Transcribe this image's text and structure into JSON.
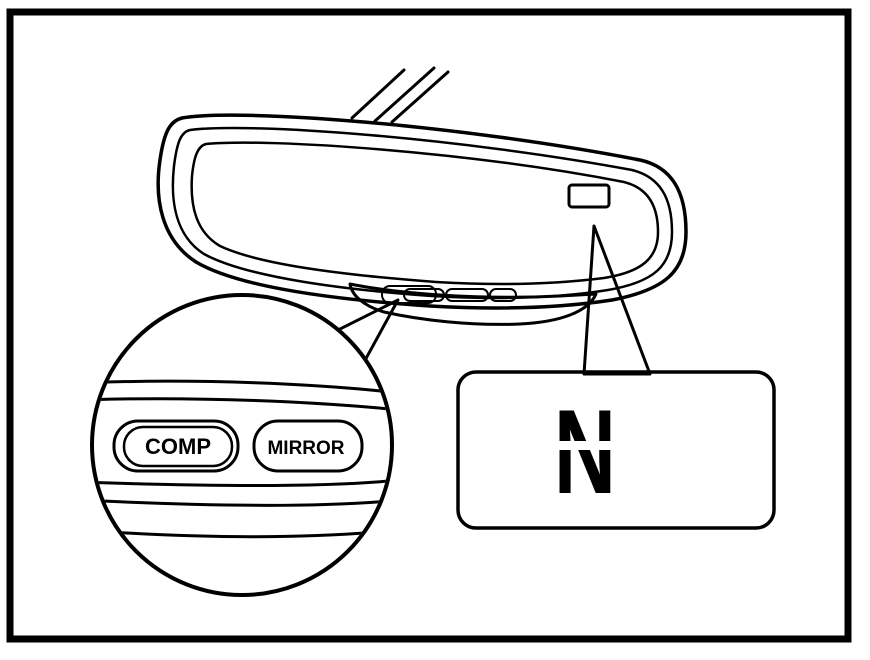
{
  "buttons": {
    "comp_label": "COMP",
    "mirror_label": "MIRROR"
  },
  "display": {
    "segment_char": "N"
  },
  "colors": {
    "ink": "#000000",
    "paper": "#ffffff"
  }
}
